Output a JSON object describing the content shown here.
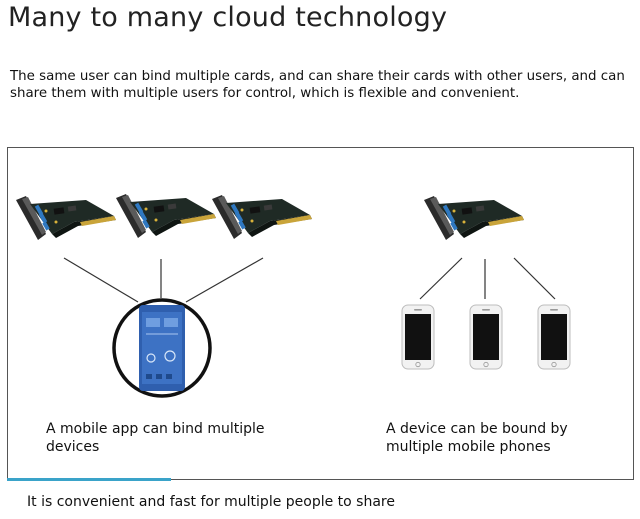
{
  "title": "Many to many cloud technology",
  "description": "The same user can bind multiple cards, and can share their cards with other users, and can share them with multiple users for control, which is flexible and convenient.",
  "captions": {
    "left": "A mobile app can bind multiple devices",
    "right": "A device can be bound by multiple mobile phones"
  },
  "footer": "It is convenient and fast for multiple people to share",
  "colors": {
    "accent": "#3aa3c9",
    "pcb": "#1f2a25",
    "bracket": "#2b2b2b"
  }
}
